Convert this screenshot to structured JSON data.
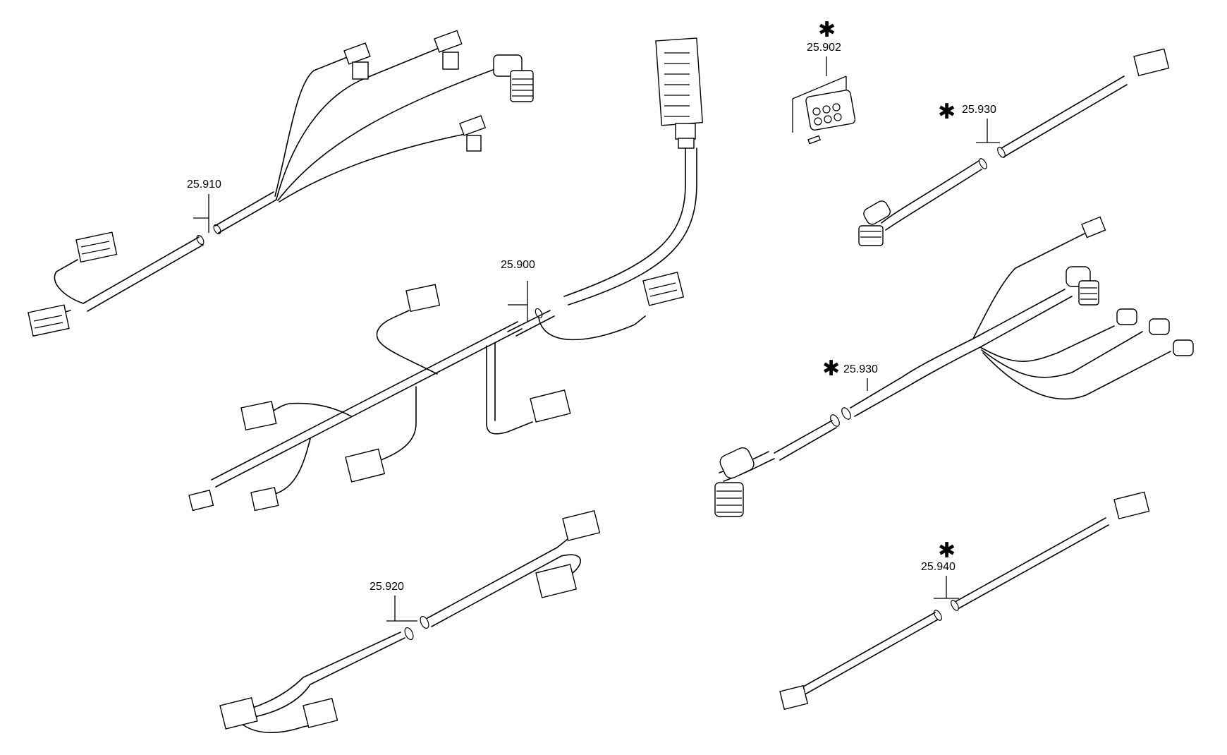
{
  "diagram": {
    "parts": [
      {
        "id": "p910",
        "number": "25.910",
        "starred": false
      },
      {
        "id": "p900",
        "number": "25.900",
        "starred": false
      },
      {
        "id": "p920",
        "number": "25.920",
        "starred": false
      },
      {
        "id": "p902",
        "number": "25.902",
        "starred": true
      },
      {
        "id": "p930a",
        "number": "25.930",
        "starred": true
      },
      {
        "id": "p930b",
        "number": "25.930",
        "starred": true
      },
      {
        "id": "p940",
        "number": "25.940",
        "starred": true
      }
    ],
    "star_symbol": "✱",
    "line_color": "#000000",
    "background_color": "#ffffff"
  }
}
